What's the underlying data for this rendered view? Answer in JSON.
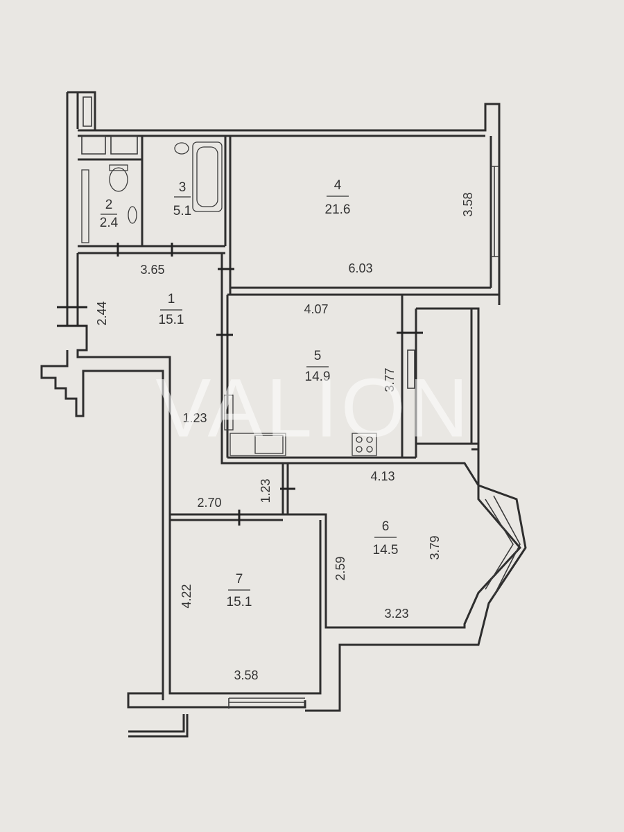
{
  "watermark": "VALION",
  "rooms": [
    {
      "id": "1",
      "number": "1",
      "area": "15.1"
    },
    {
      "id": "2",
      "number": "2",
      "area": "2.4"
    },
    {
      "id": "3",
      "number": "3",
      "area": "5.1"
    },
    {
      "id": "4",
      "number": "4",
      "area": "21.6"
    },
    {
      "id": "5",
      "number": "5",
      "area": "14.9"
    },
    {
      "id": "6",
      "number": "6",
      "area": "14.5"
    },
    {
      "id": "7",
      "number": "7",
      "area": "15.1"
    }
  ],
  "dimensions": {
    "room4_width": "6.03",
    "room4_depth": "3.58",
    "room1_width": "3.65",
    "room1_depth": "2.44",
    "room5_width": "4.07",
    "room5_depth": "3.77",
    "corridor_width": "1.23",
    "passage_width": "1.23",
    "hall_width": "2.70",
    "room6_top": "4.13",
    "room6_depth": "3.79",
    "room6_left": "2.59",
    "room6_bottom": "3.23",
    "room7_depth": "4.22",
    "room7_width": "3.58"
  }
}
